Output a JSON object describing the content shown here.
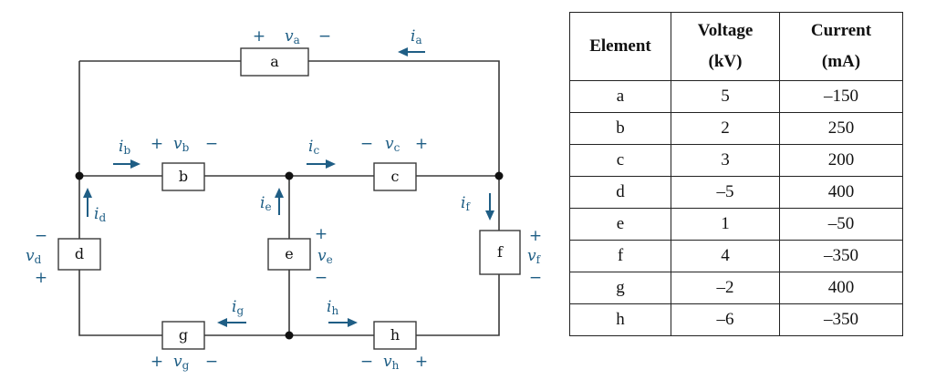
{
  "circuit": {
    "elements": {
      "a": "a",
      "b": "b",
      "c": "c",
      "d": "d",
      "e": "e",
      "f": "f",
      "g": "g",
      "h": "h"
    },
    "voltage_symbol": "v",
    "current_symbol": "i",
    "plus": "+",
    "minus": "−",
    "wire_color": "#3a3a3a",
    "label_color": "#1f5e85"
  },
  "table": {
    "headers": {
      "element": "Element",
      "voltage": "Voltage",
      "voltage_unit": "(kV)",
      "current": "Current",
      "current_unit": "(mA)"
    },
    "rows": [
      {
        "element": "a",
        "voltage": "5",
        "current": "–150"
      },
      {
        "element": "b",
        "voltage": "2",
        "current": "250"
      },
      {
        "element": "c",
        "voltage": "3",
        "current": "200"
      },
      {
        "element": "d",
        "voltage": "–5",
        "current": "400"
      },
      {
        "element": "e",
        "voltage": "1",
        "current": "–50"
      },
      {
        "element": "f",
        "voltage": "4",
        "current": "–350"
      },
      {
        "element": "g",
        "voltage": "–2",
        "current": "400"
      },
      {
        "element": "h",
        "voltage": "–6",
        "current": "–350"
      }
    ]
  }
}
